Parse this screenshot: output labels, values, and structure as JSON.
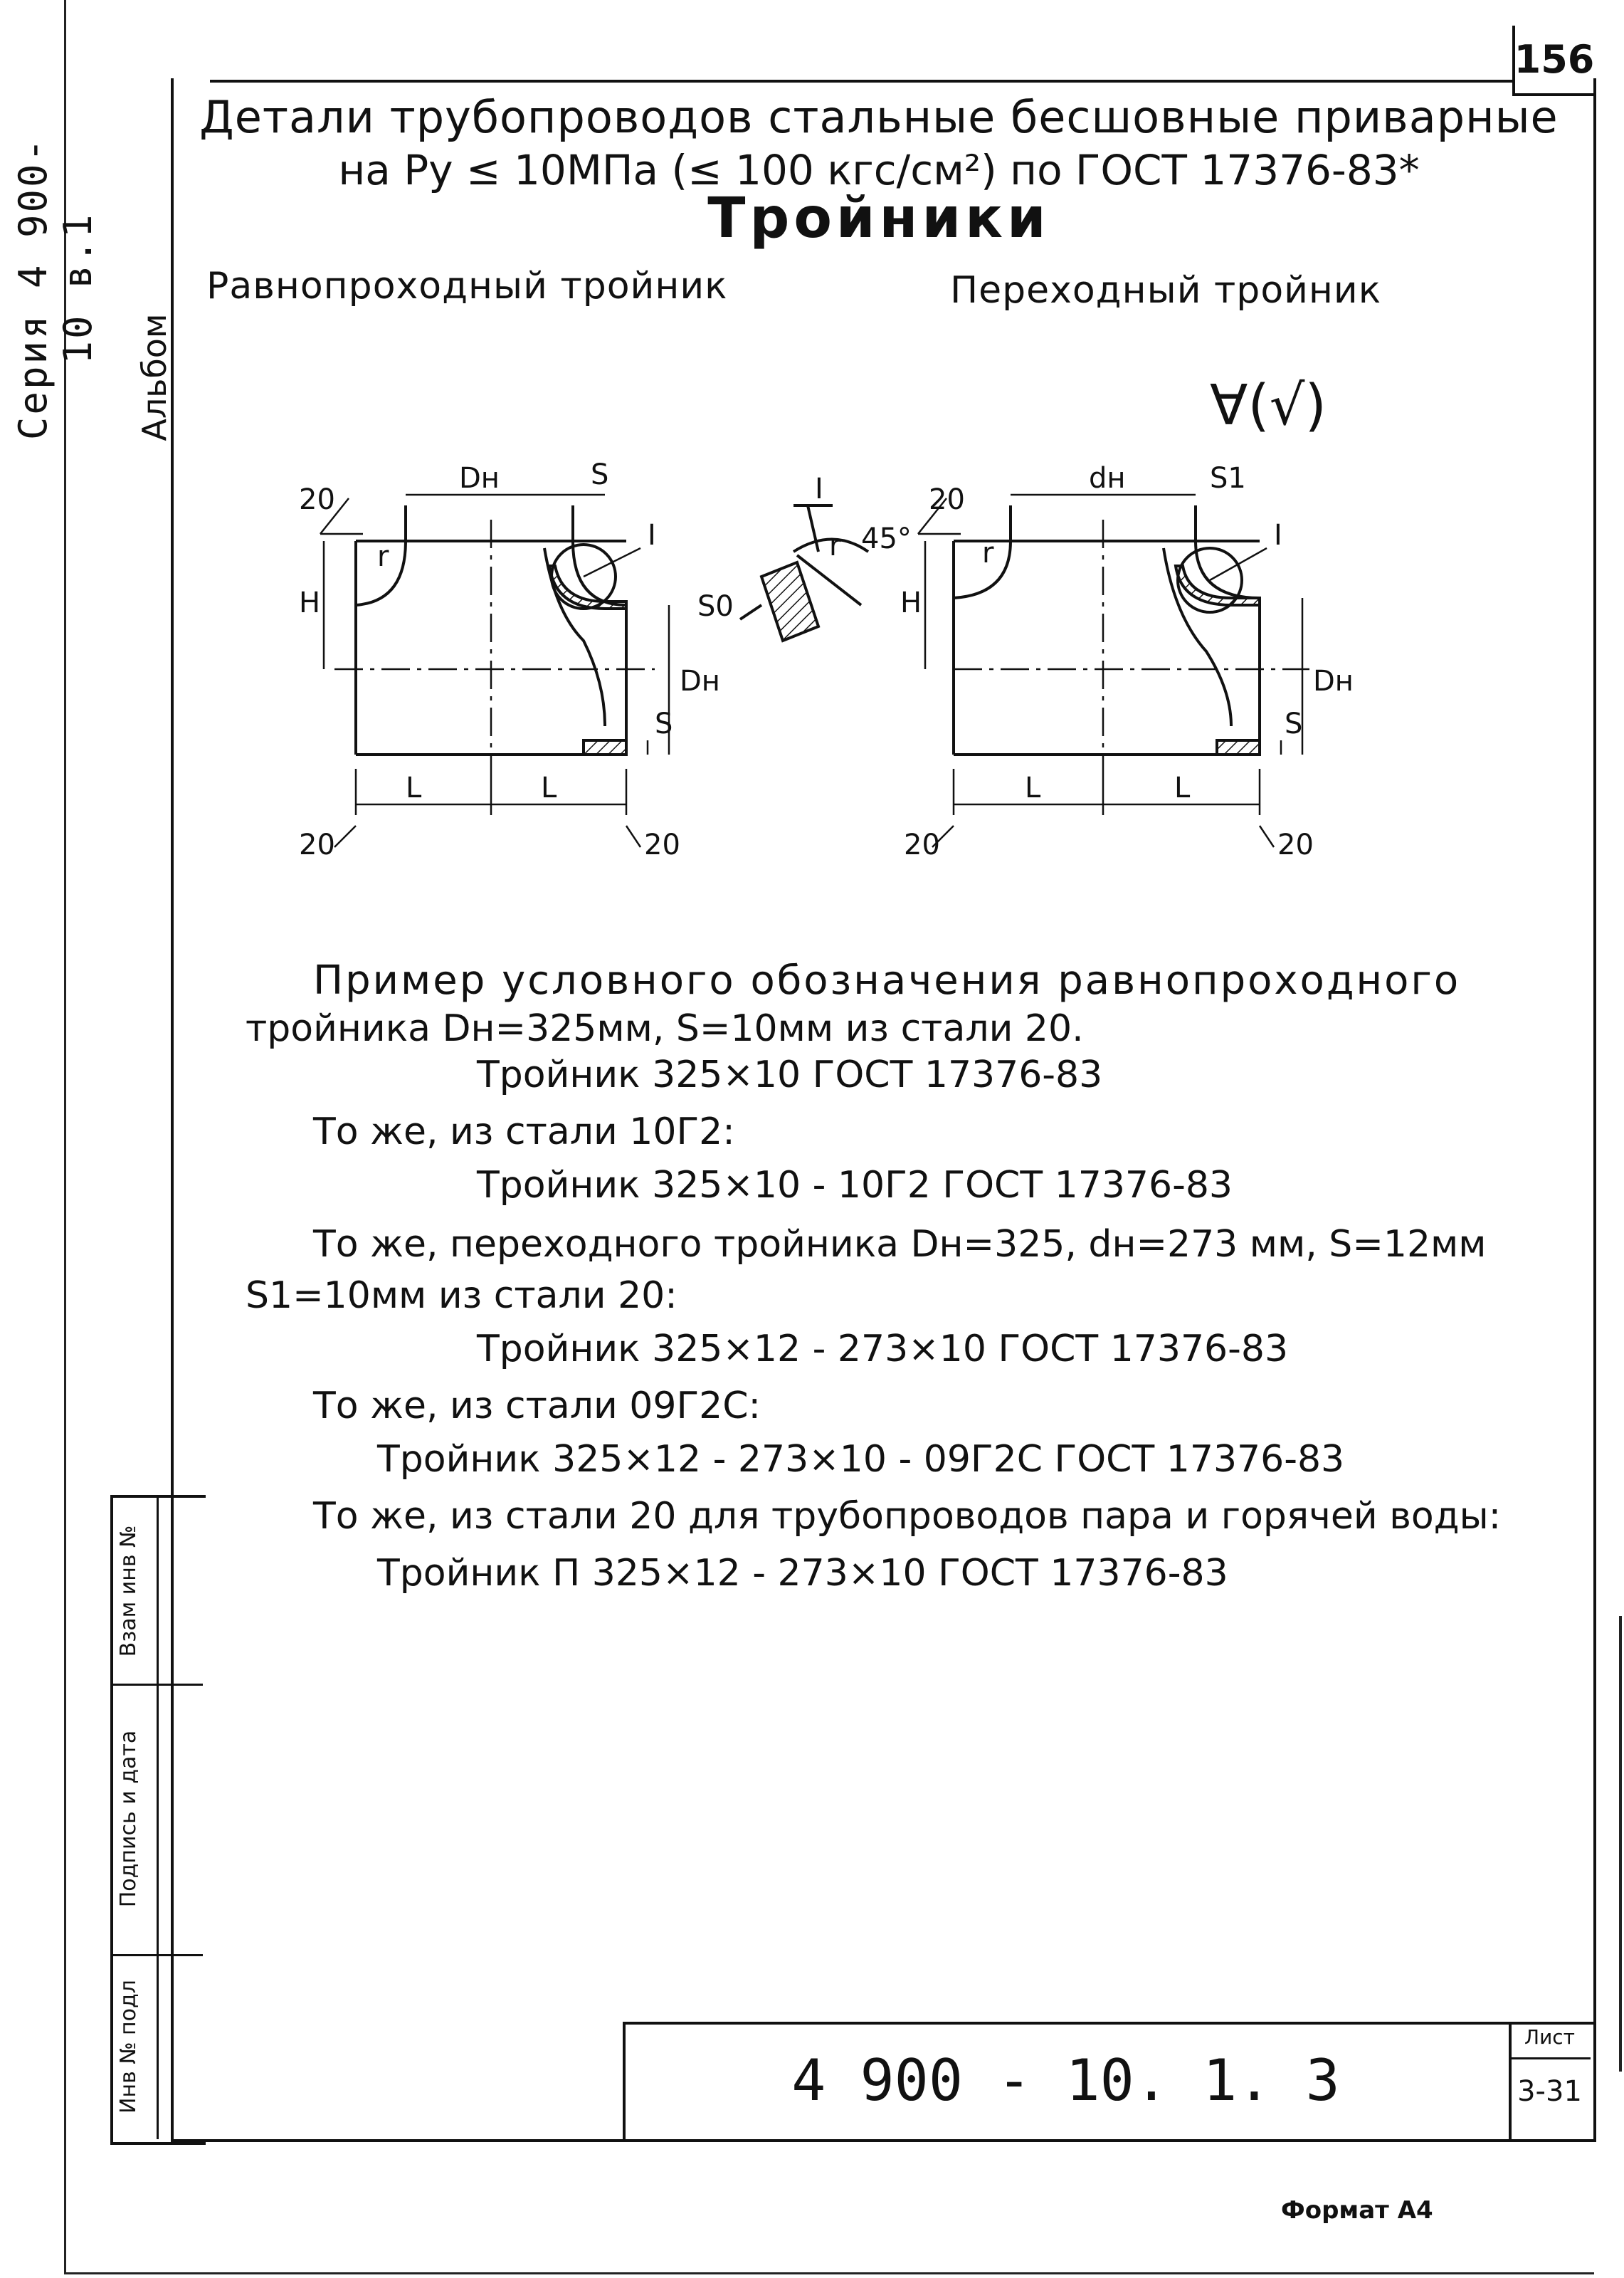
{
  "sheet_number": "156",
  "side": {
    "series": "Серия 4 900-10 в.1",
    "album": "Альбом"
  },
  "title": {
    "line1": "Детали трубопроводов стальные бесшовные приварные",
    "line2": "на Ру ≤ 10МПа (≤ 100 кгс/см²) по ГОСТ 17376-83*",
    "line3": "Тройники"
  },
  "captions": {
    "equal_tee": "Равнопроходный тройник",
    "reducing_tee": "Переходный тройник"
  },
  "roughness_mark": "∀(√)",
  "drawing_labels": {
    "dn": "Dн",
    "s": "S",
    "detail": "I",
    "r": "r",
    "h": "H",
    "l": "L",
    "rough": "20",
    "s0": "S0",
    "angle": "45°",
    "dh": "dн",
    "s1": "S1"
  },
  "body": {
    "line1": "Пример условного обозначения равнопроходного",
    "line2": "тройника Dн=325мм, S=10мм из стали 20.",
    "line3": "Тройник 325×10 ГОСТ 17376-83",
    "line4": "То же, из стали 10Г2:",
    "line5": "Тройник 325×10 - 10Г2 ГОСТ 17376-83",
    "line6": "То же, переходного тройника Dн=325, dн=273 мм, S=12мм",
    "line7": "S1=10мм из стали 20:",
    "line8": "Тройник 325×12 - 273×10 ГОСТ 17376-83",
    "line9": "То же, из стали 09Г2С:",
    "line10": "Тройник 325×12 - 273×10 - 09Г2С ГОСТ 17376-83",
    "line11": "То же, из стали 20 для трубопроводов пара и горячей воды:",
    "line12": "Тройник П 325×12 - 273×10 ГОСТ 17376-83"
  },
  "title_block": {
    "doc_code": "4 900 - 10. 1. 3",
    "sheet_label": "Лист",
    "sheet_value": "3-31"
  },
  "stamp": {
    "col1": "Взам инв №",
    "col2": "Подпись и дата",
    "col3": "Инв № подл"
  },
  "format": "Формат А4"
}
